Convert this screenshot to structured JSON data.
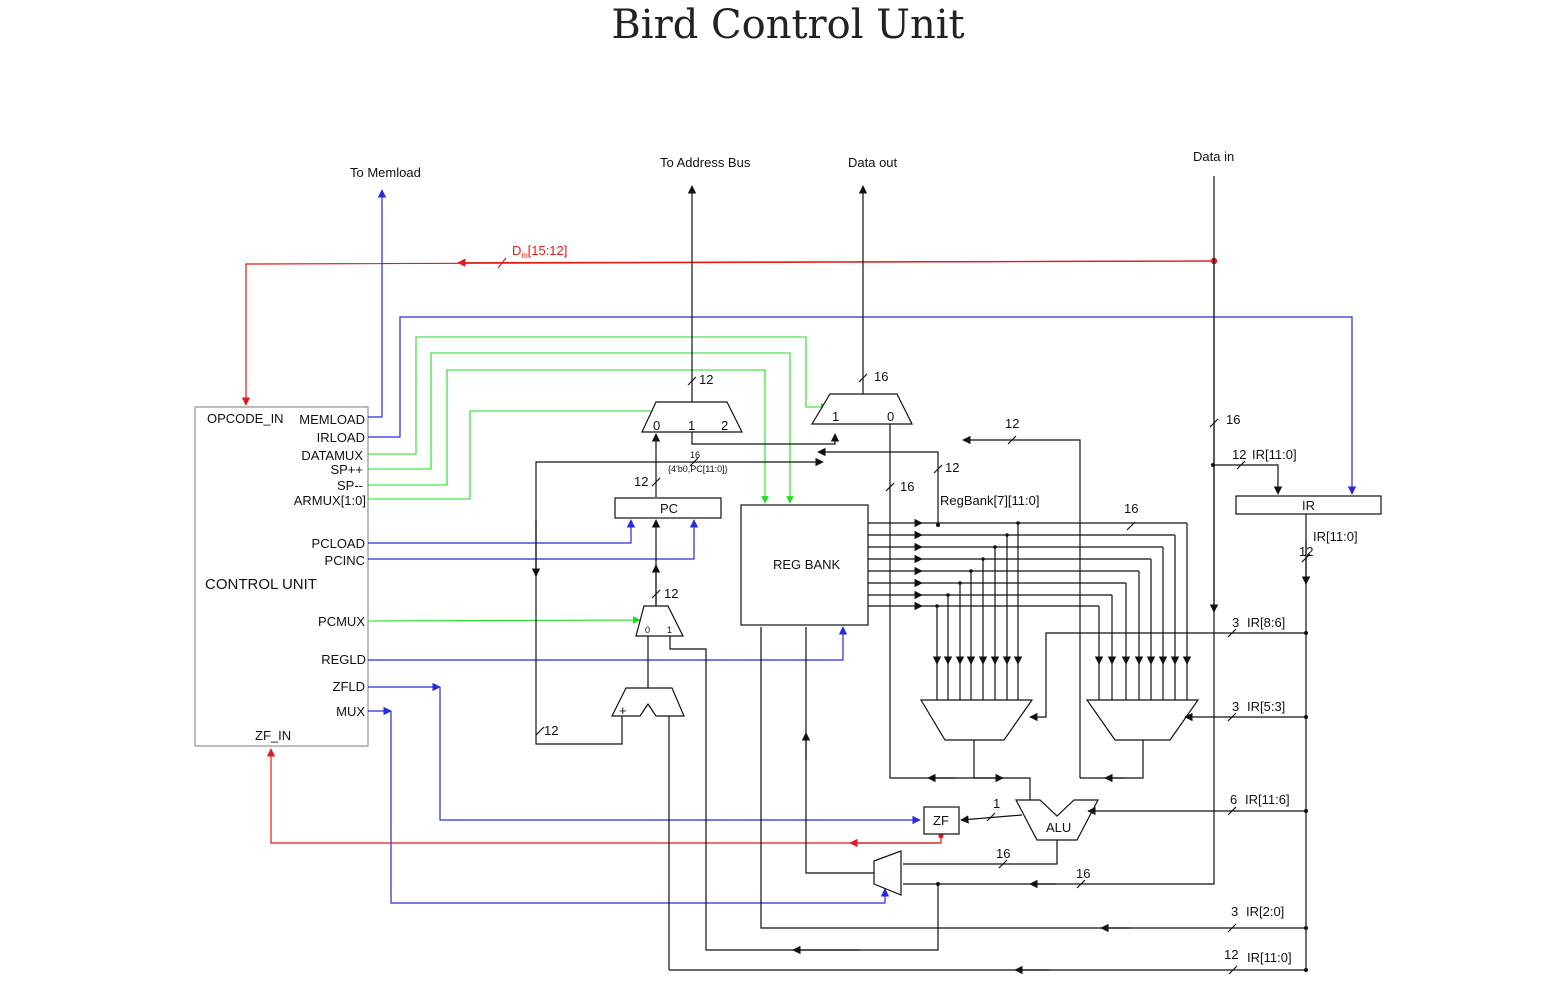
{
  "title": "Bird Control Unit",
  "labels": {
    "to_memload": "To Memload",
    "to_address_bus": "To Address Bus",
    "data_out": "Data out",
    "data_in": "Data in",
    "din_prefix": "D",
    "din_sub": "in",
    "din_range": "[15:12]"
  },
  "control_unit": {
    "name": "CONTROL UNIT",
    "opcode_in": "OPCODE_IN",
    "zf_in": "ZF_IN",
    "outputs": [
      "MEMLOAD",
      "IRLOAD",
      "DATAMUX",
      "SP++",
      "SP--",
      "ARMUX[1:0]",
      "PCLOAD",
      "PCINC",
      "PCMUX",
      "REGLD",
      "ZFLD",
      "MUX"
    ]
  },
  "blocks": {
    "pc": "PC",
    "reg_bank": "REG BANK",
    "ir": "IR",
    "zf": "ZF",
    "alu": "ALU",
    "adder_sign": "+"
  },
  "mux_inputs": {
    "addr_mux": [
      "0",
      "1",
      "2"
    ],
    "data_mux": [
      "1",
      "0"
    ],
    "pc_mux": [
      "0",
      "1"
    ]
  },
  "bus_labels": {
    "addr_out_width": "12",
    "data_out_width": "16",
    "ext_width": "16",
    "ext_expr": "{4'b0,PC[11:0]}",
    "pc_out_width": "12",
    "pcmux_out_width": "12",
    "adder_width": "12",
    "alu_to_mux_width": "12",
    "regbank_out_width": "12",
    "regbank_addr": "RegBank[7][11:0]",
    "regbank_data_width": "16",
    "regs_width": "16",
    "data_in_width": "16",
    "ir_in_width": "12",
    "ir_in_range": "IR[11:0]",
    "ir_out_range": "IR[11:0]",
    "ir_out_width": "12",
    "zf_width": "1",
    "alu_out_width": "16",
    "datain_to_mux_width": "16"
  },
  "ir_taps": [
    {
      "width": "3",
      "range": "IR[8:6]"
    },
    {
      "width": "3",
      "range": "IR[5:3]"
    },
    {
      "width": "6",
      "range": "IR[11:6]"
    },
    {
      "width": "3",
      "range": "IR[2:0]"
    },
    {
      "width": "12",
      "range": "IR[11:0]"
    }
  ],
  "colors": {
    "select": "#22dd22",
    "enable": "#2a2ad8",
    "flag": "#e01b1b",
    "data": "#111111"
  }
}
